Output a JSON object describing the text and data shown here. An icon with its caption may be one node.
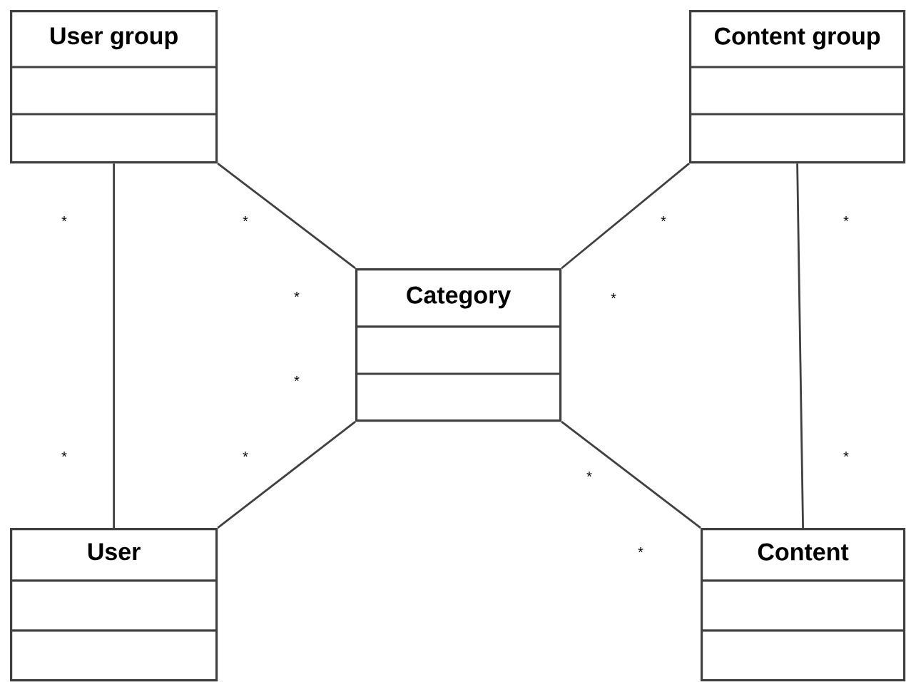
{
  "diagram": {
    "nodes": [
      {
        "text": [
          "User group"
        ]
      },
      {
        "text": [
          "Content group"
        ]
      },
      {
        "text": [
          "Category"
        ]
      },
      {
        "text": [
          "User"
        ]
      },
      {
        "text": [
          "Content"
        ]
      }
    ],
    "edges": [
      {
        "from": 0,
        "to": 3,
        "arrow": "none"
      },
      {
        "from": 0,
        "to": 2,
        "arrow": "none"
      },
      {
        "from": 1,
        "to": 2,
        "arrow": "none"
      },
      {
        "from": 2,
        "to": 3,
        "arrow": "none"
      },
      {
        "from": 2,
        "to": 4,
        "arrow": "none"
      },
      {
        "from": 1,
        "to": 4,
        "arrow": "none"
      }
    ],
    "labels": [
      "*",
      "*",
      "*",
      "*",
      "*",
      "*",
      "*",
      "*",
      "*",
      "*",
      "*",
      "*"
    ]
  }
}
